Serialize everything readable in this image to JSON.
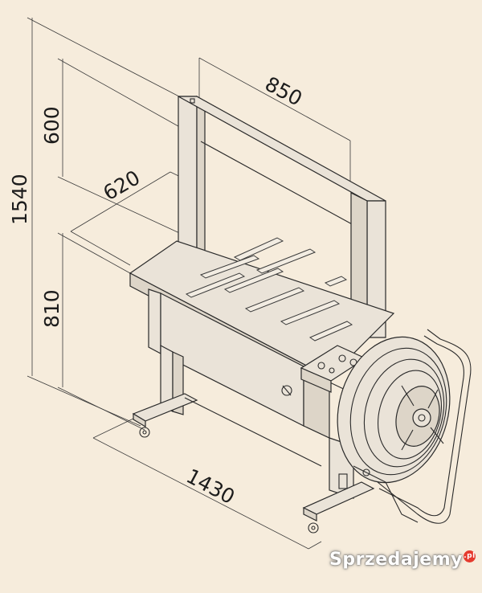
{
  "dimensions": {
    "total_height": "1540",
    "arch_height": "600",
    "table_depth": "620",
    "arch_width": "850",
    "table_height": "810",
    "total_length": "1430"
  },
  "watermark": {
    "text": "Sprzedajemy",
    "suffix": ".pl"
  },
  "colors": {
    "background": "#f6ecdc",
    "line": "#2a2a2a",
    "watermark_dot": "#e53a2e"
  }
}
